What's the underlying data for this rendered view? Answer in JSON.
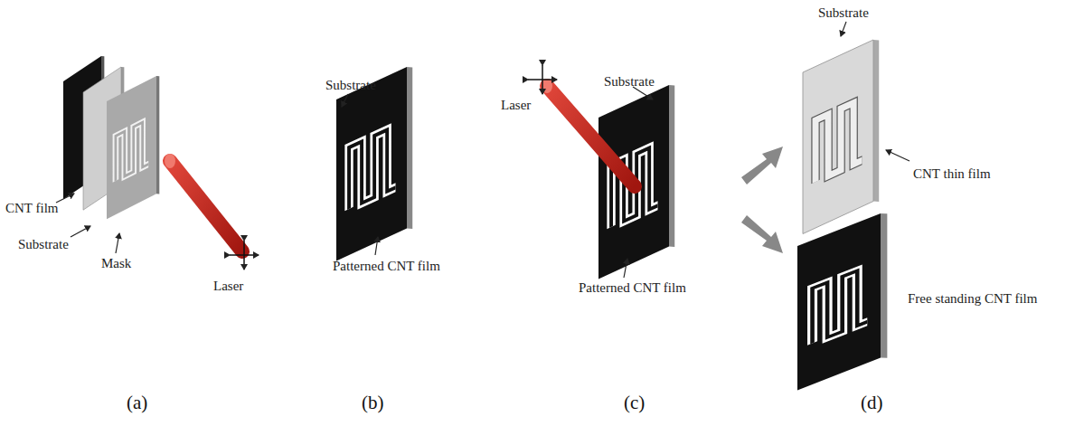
{
  "diagram": {
    "labels": [
      "CNT film",
      "Substrate",
      "Mask",
      "Laser",
      "Substrate",
      "Patterned CNT film",
      "Laser",
      "Substrate",
      "Patterned CNT film",
      "Substrate",
      "CNT thin film",
      "Free standing CNT film",
      "(a)",
      "(b)",
      "(c)",
      "(d)"
    ]
  }
}
